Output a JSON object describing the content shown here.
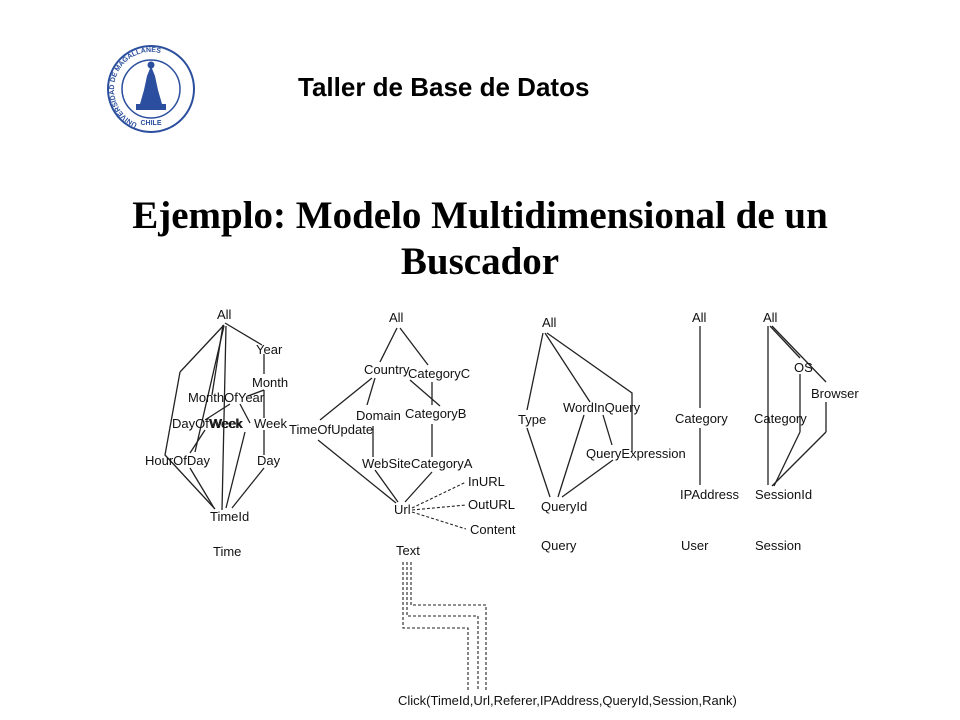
{
  "header": {
    "title": "Taller de Base de Datos",
    "logo_text": "UNIVERSIDAD DE MAGALLANES",
    "logo_country": "CHILE"
  },
  "slide": {
    "title_line1": "Ejemplo: Modelo Multidimensional de un",
    "title_line2": "Buscador"
  },
  "diagram": {
    "time": {
      "all": "All",
      "year": "Year",
      "month": "Month",
      "month_of_year": "MonthOfYear",
      "day_of_week": "DayOfWeek",
      "week_1": "Week",
      "week_2": "Week",
      "hour_of_day": "HourOfDay",
      "day": "Day",
      "time_id": "TimeId",
      "caption": "Time"
    },
    "text": {
      "all": "All",
      "country": "Country",
      "category_c": "CategoryC",
      "domain": "Domain",
      "category_b": "CategoryB",
      "time_of_update": "TimeOfUpdate",
      "website": "WebSite",
      "category_a": "CategoryA",
      "url": "Url",
      "in_url": "InURL",
      "out_url": "OutURL",
      "content": "Content",
      "caption": "Text"
    },
    "query": {
      "all": "All",
      "type": "Type",
      "word_in_query": "WordInQuery",
      "query_expression": "QueryExpression",
      "query_id": "QueryId",
      "caption": "Query"
    },
    "user": {
      "all": "All",
      "category": "Category",
      "ip_address": "IPAddress",
      "caption": "User"
    },
    "session": {
      "all": "All",
      "os": "OS",
      "browser": "Browser",
      "category": "Category",
      "session_id": "SessionId",
      "caption": "Session"
    },
    "fact": "Click(TimeId,Url,Referer,IPAddress,QueryId,Session,Rank)"
  },
  "colors": {
    "logo_blue": "#2b4f9e",
    "line": "#222222"
  }
}
